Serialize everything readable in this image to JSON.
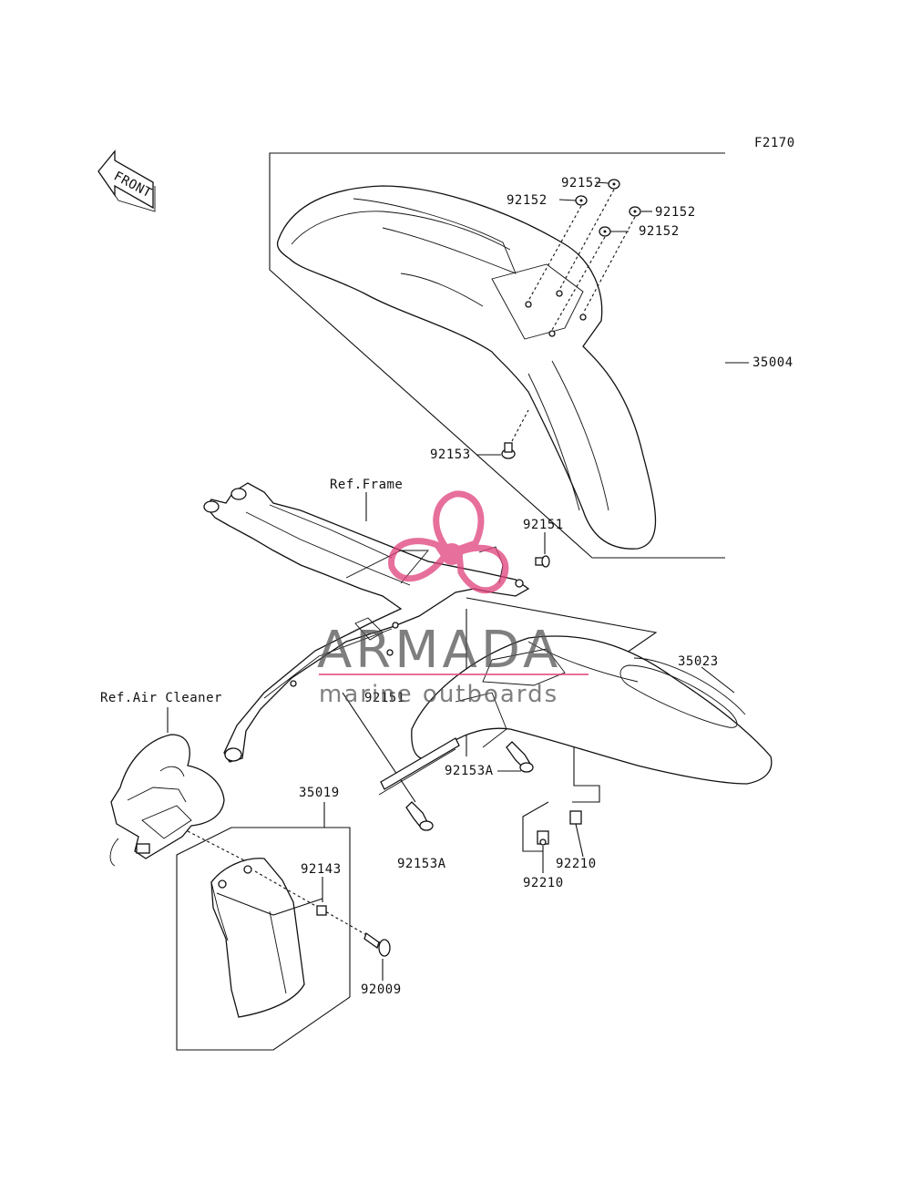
{
  "figure_code": "F2170",
  "front_label": "FRONT",
  "watermark": {
    "brand": "ARMADA",
    "tagline": "marine outboards",
    "color": "#e0407a"
  },
  "labels": {
    "p92152_a": "92152",
    "p92152_b": "92152",
    "p92152_c": "92152",
    "p92152_d": "92152",
    "p35004": "35004",
    "p92153": "92153",
    "ref_frame": "Ref.Frame",
    "p92151_a": "92151",
    "p35023": "35023",
    "ref_air_cleaner": "Ref.Air Cleaner",
    "p92151_b": "92151",
    "p92153A_a": "92153A",
    "p35019": "35019",
    "p92153A_b": "92153A",
    "p92143": "92143",
    "p92210_a": "92210",
    "p92210_b": "92210",
    "p92009": "92009"
  }
}
